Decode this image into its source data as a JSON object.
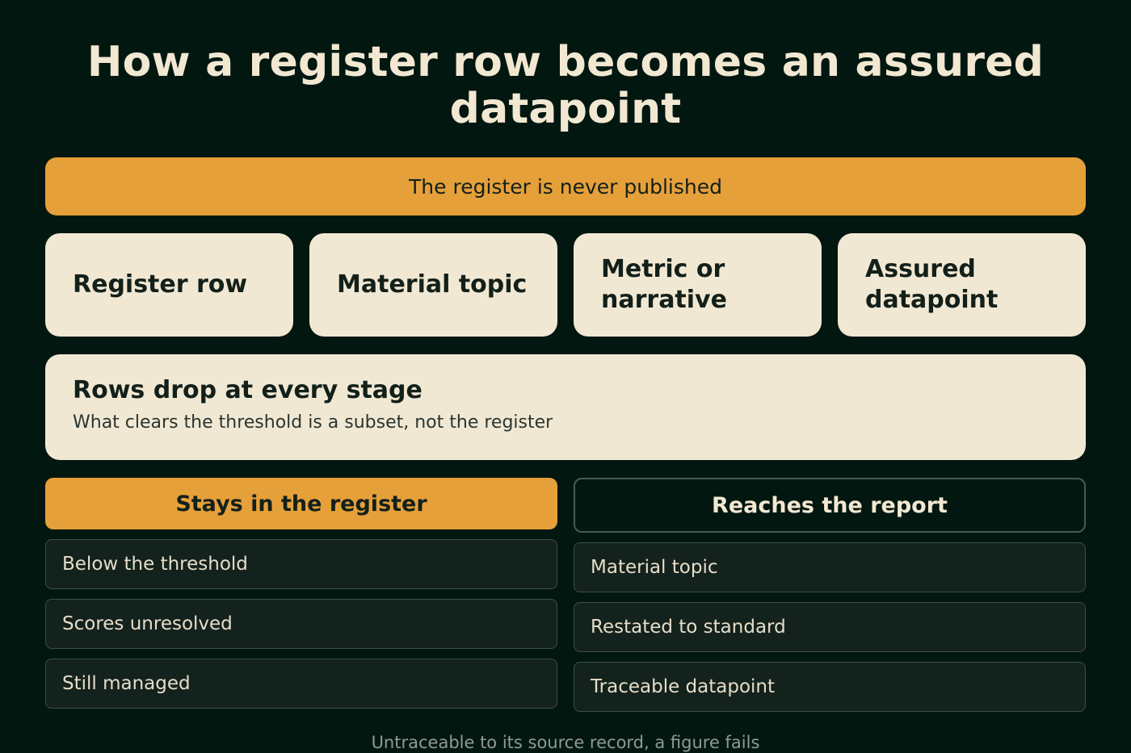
{
  "title": "How a register row becomes an assured datapoint",
  "banner": "The register is never published",
  "stages": [
    "Register row",
    "Material topic",
    "Metric or narrative",
    "Assured datapoint"
  ],
  "callout": {
    "heading": "Rows drop at every stage",
    "subtext": "What clears the threshold is a subset, not the register"
  },
  "left_column": {
    "heading": "Stays in the register",
    "items": [
      "Below the threshold",
      "Scores unresolved",
      "Still managed"
    ]
  },
  "right_column": {
    "heading": "Reaches the report",
    "items": [
      "Material topic",
      "Restated to standard",
      "Traceable datapoint"
    ]
  },
  "footer": "Untraceable to its source record, a figure fails",
  "colors": {
    "background": "#031711",
    "accent": "#e6a03a",
    "card": "#f1e8d3",
    "item": "#14221d"
  }
}
